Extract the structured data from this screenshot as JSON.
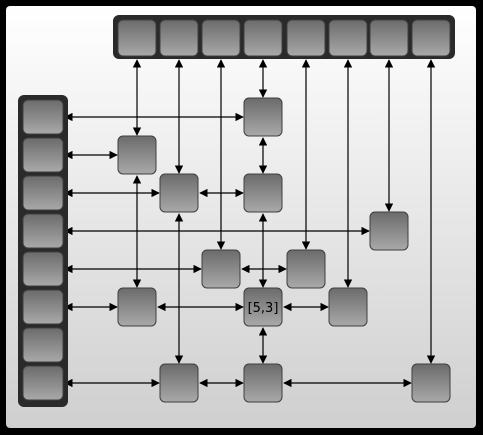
{
  "diagram": {
    "colors": {
      "frame": "#000000",
      "panel_top": "#ffffff",
      "panel_bottom": "#cfcfcf",
      "cell_dark": "#6b6b6b",
      "cell_light": "#a9a9a9",
      "cell_stroke": "#3f3f3f",
      "arrow": "#000000"
    },
    "top_row": {
      "count": 8
    },
    "left_column": {
      "count": 8
    },
    "center_label": "[5,3]"
  }
}
